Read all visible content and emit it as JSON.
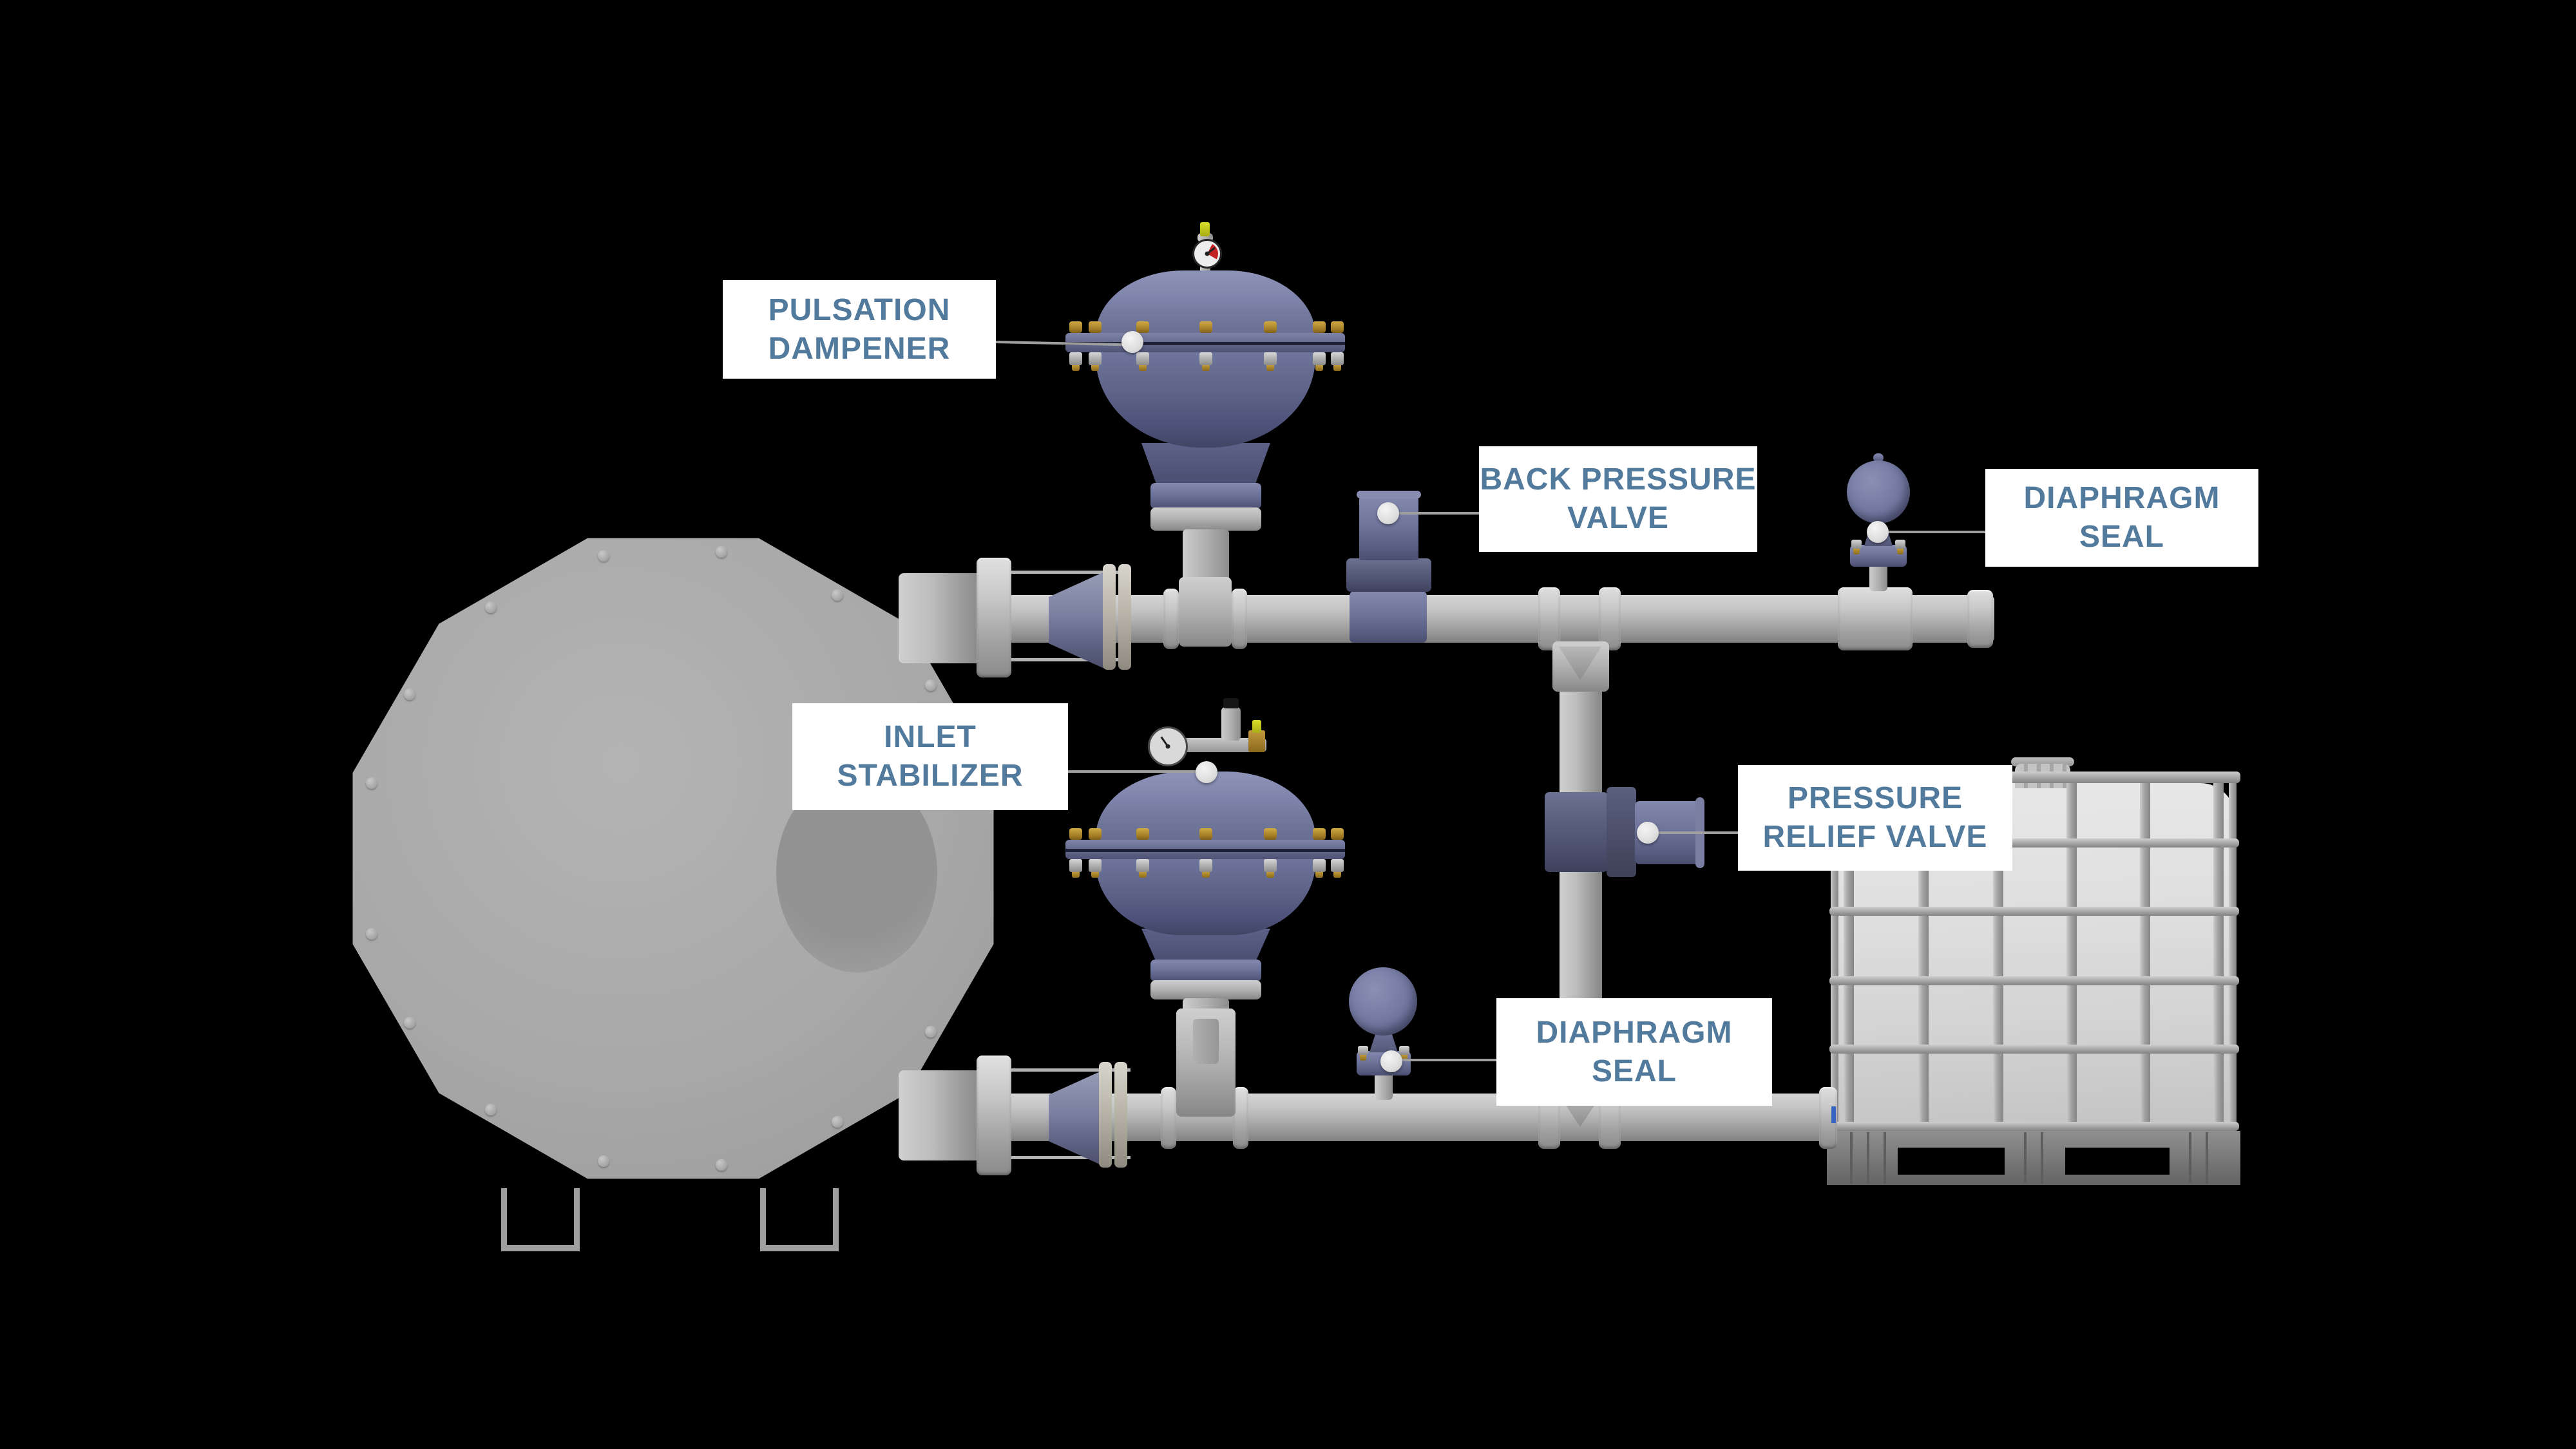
{
  "labels": {
    "pulsation_dampener": {
      "line1": "PULSATION",
      "line2": "DAMPENER"
    },
    "back_pressure_valve": {
      "line1": "BACK PRESSURE",
      "line2": "VALVE"
    },
    "diaphragm_seal_top": {
      "line1": "DIAPHRAGM",
      "line2": "SEAL"
    },
    "inlet_stabilizer": {
      "line1": "INLET",
      "line2": "STABILIZER"
    },
    "pressure_relief_valve": {
      "line1": "PRESSURE",
      "line2": "RELIEF VALVE"
    },
    "diaphragm_seal_bottom": {
      "line1": "DIAPHRAGM",
      "line2": "SEAL"
    }
  },
  "colors": {
    "background": "#000000",
    "label_background": "#ffffff",
    "label_text": "#527a9c",
    "leader_line": "#9f9f9f",
    "equipment_purple": "#737aa2",
    "pipe_gray": "#b5b5b5",
    "pump_gray": "#a8a8a8",
    "tank_white": "#dedede",
    "gauge_red": "#c42222",
    "brass_gold": "#c2983c",
    "valve_yellow": "#d9df2a",
    "tote_tick_blue": "#3565c0"
  }
}
